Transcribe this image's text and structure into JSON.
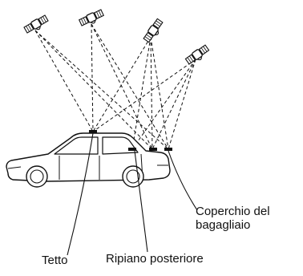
{
  "labels": {
    "roof": "Tetto",
    "rear_shelf": "Ripiano posteriore",
    "trunk_lid_line1": "Coperchio del",
    "trunk_lid_line2": "bagagliaio"
  },
  "colors": {
    "ink": "#111111",
    "background": "#ffffff"
  },
  "icons": [
    "satellite-icon",
    "satellite-icon",
    "satellite-icon",
    "satellite-icon",
    "car-icon",
    "antenna-icon"
  ]
}
